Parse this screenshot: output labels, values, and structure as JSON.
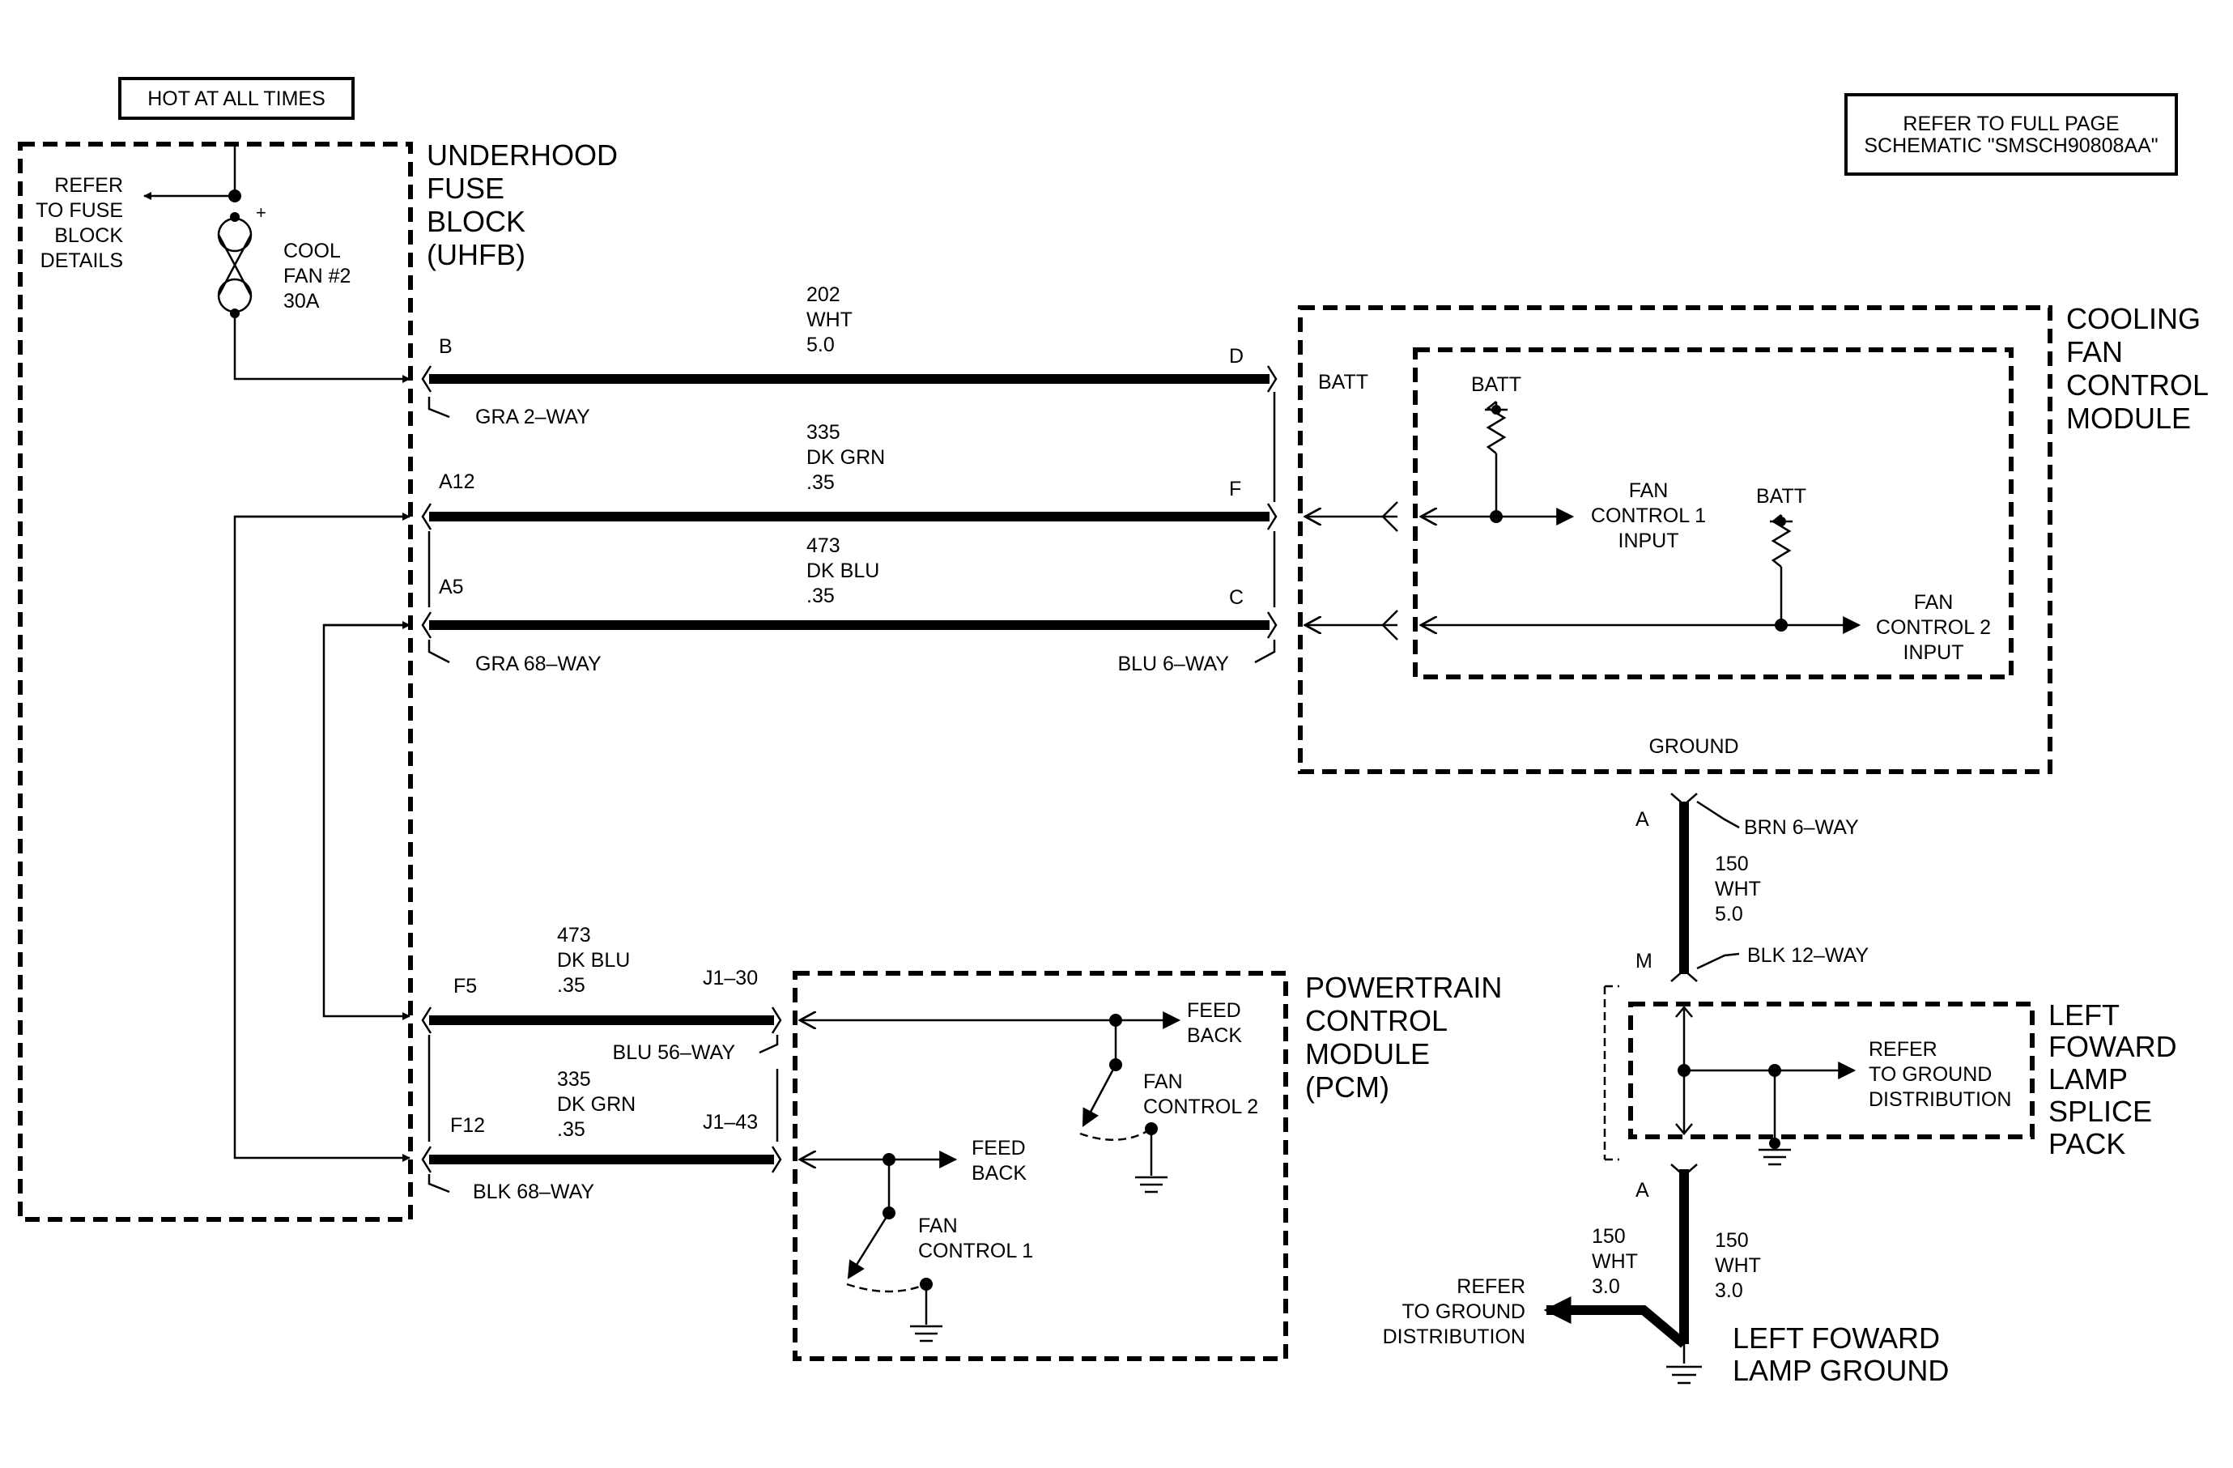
{
  "badges": {
    "hot": "HOT AT ALL TIMES",
    "refer_line1": "REFER TO FULL PAGE",
    "refer_line2": "SCHEMATIC \"SMSCH90808AA\""
  },
  "uhfb": {
    "title": [
      "UNDERHOOD",
      "FUSE",
      "BLOCK",
      "(UHFB)"
    ],
    "refer": [
      "REFER",
      "TO FUSE",
      "BLOCK",
      "DETAILS"
    ],
    "fuse": [
      "COOL",
      "FAN #2",
      "30A"
    ],
    "plus": "+"
  },
  "cfcm": {
    "title": [
      "COOLING",
      "FAN",
      "CONTROL",
      "MODULE"
    ],
    "batt_outer": "BATT",
    "batt1": "BATT",
    "batt2": "BATT",
    "input1": [
      "FAN",
      "CONTROL 1",
      "INPUT"
    ],
    "input2": [
      "FAN",
      "CONTROL 2",
      "INPUT"
    ],
    "ground": "GROUND"
  },
  "wires": {
    "w202": {
      "pin_left": "B",
      "pin_right": "D",
      "circuit": "202",
      "color": "WHT",
      "gauge": "5.0",
      "conn_left": "GRA 2–WAY"
    },
    "w335": {
      "pin_left": "A12",
      "pin_right": "F",
      "circuit": "335",
      "color": "DK GRN",
      "gauge": ".35"
    },
    "w473": {
      "pin_left": "A5",
      "pin_right": "C",
      "circuit": "473",
      "color": "DK BLU",
      "gauge": ".35",
      "conn_left": "GRA 68–WAY",
      "conn_right": "BLU 6–WAY"
    },
    "p473": {
      "pin_left": "F5",
      "pin_right": "J1–30",
      "circuit": "473",
      "color": "DK BLU",
      "gauge": ".35",
      "conn_right": "BLU 56–WAY"
    },
    "p335": {
      "pin_left": "F12",
      "pin_right": "J1–43",
      "circuit": "335",
      "color": "DK GRN",
      "gauge": ".35",
      "conn_left": "BLK 68–WAY"
    },
    "w150a": {
      "pin_top": "A",
      "conn_top": "BRN 6–WAY",
      "circuit": "150",
      "color": "WHT",
      "gauge": "5.0",
      "pin_bottom": "M",
      "conn_bottom": "BLK 12–WAY"
    },
    "w150b": {
      "pin": "A",
      "left": [
        "150",
        "WHT",
        "3.0"
      ],
      "right": [
        "150",
        "WHT",
        "3.0"
      ]
    }
  },
  "pcm": {
    "title": [
      "POWERTRAIN",
      "CONTROL",
      "MODULE",
      "(PCM)"
    ],
    "feedback1": [
      "FEED",
      "BACK"
    ],
    "feedback2": [
      "FEED",
      "BACK"
    ],
    "fan1": [
      "FAN",
      "CONTROL 1"
    ],
    "fan2": [
      "FAN",
      "CONTROL 2"
    ]
  },
  "splice": {
    "title": [
      "LEFT",
      "FOWARD",
      "LAMP",
      "SPLICE",
      "PACK"
    ],
    "refer": [
      "REFER",
      "TO GROUND",
      "DISTRIBUTION"
    ]
  },
  "ground": {
    "title": [
      "LEFT FOWARD",
      "LAMP GROUND"
    ],
    "refer": [
      "REFER",
      "TO GROUND",
      "DISTRIBUTION"
    ]
  }
}
